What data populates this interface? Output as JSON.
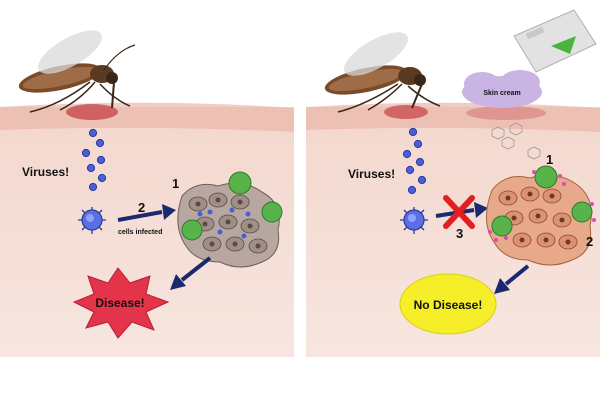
{
  "left": {
    "viruses_label": "Viruses!",
    "step_1": "1",
    "step_2": "2",
    "cells_infected_label": "cells infected",
    "outcome_label": "Disease!"
  },
  "right": {
    "skin_cream_label": "Skin cream",
    "viruses_label": "Viruses!",
    "step_1": "1",
    "step_2": "2",
    "step_3": "3",
    "outcome_label": "No Disease!"
  },
  "colors": {
    "skin_top": "#f0cfc3",
    "skin_bottom": "#f6e3dd",
    "virus": "#4a5fd6",
    "arrow": "#1b2a6e",
    "disease_burst": "#e3344a",
    "no_disease_oval": "#f7ee2a",
    "infected_cell": "#57b34a",
    "cream": "#c9b4e3",
    "block_x": "#e02020"
  },
  "icons": [
    "mosquito-icon",
    "virus-particle-icon",
    "immune-cell-icon",
    "cell-cluster-icon",
    "cream-tube-icon",
    "red-x-icon"
  ]
}
